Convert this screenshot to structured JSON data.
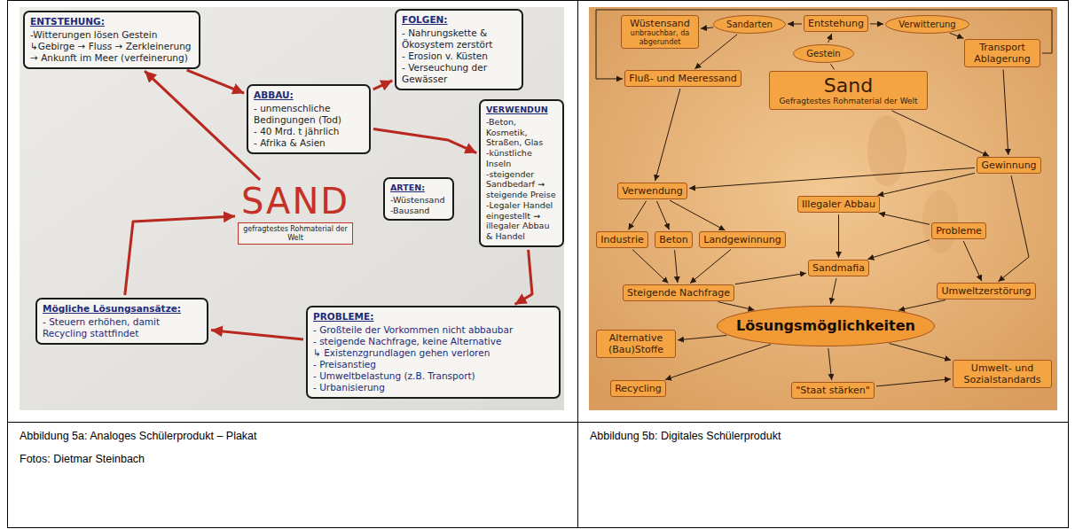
{
  "diagram": {
    "nodes": [
      {
        "text": [
          "ENTSTEHUNG:",
          "-Witterungen lösen Gestein",
          "↳Gebirge → Fluss → Zerkleinerung → Ankunft im Meer (verfeinerung)"
        ]
      },
      {
        "text": [
          "ABBAU:",
          "- unmenschliche Bedingungen (Tod)",
          "- 40 Mrd. t jährlich",
          "- Afrika & Asien"
        ]
      },
      {
        "text": [
          "FOLGEN:",
          "- Nahrungskette & Ökosystem zerstört",
          "- Erosion v. Küsten",
          "- Verseuchung der Gewässer"
        ]
      },
      {
        "text": [
          "VERWENDUN",
          "-Beton, Kosmetik, Straßen, Glas",
          "-künstliche Inseln",
          "-steigender Sandbedarf → steigende Preise",
          "-Legaler Handel eingestellt → illegaler Abbau & Handel"
        ]
      },
      {
        "text": [
          "ARTEN:",
          "-Wüstensand",
          "-Bausand"
        ]
      },
      {
        "text": [
          "SAND",
          "gefragtestes Rohmaterial der Welt"
        ]
      },
      {
        "text": [
          "Mögliche Lösungsansätze:",
          "- Steuern erhöhen, damit Recycling stattfindet"
        ]
      },
      {
        "text": [
          "PROBLEME:",
          "- Großteile der Vorkommen nicht abbaubar",
          "- steigende Nachfrage, keine Alternative",
          "↳ Existenzgrundlagen gehen verloren",
          "- Preisanstieg",
          "- Umweltbelastung (z.B. Transport)",
          "- Urbanisierung"
        ]
      },
      {
        "text": [
          "Wüstensand",
          "unbrauchbar, da abgerundet"
        ]
      },
      {
        "text": [
          "Sandarten"
        ]
      },
      {
        "text": [
          "Entstehung"
        ]
      },
      {
        "text": [
          "Verwitterung"
        ]
      },
      {
        "text": [
          "Gestein"
        ]
      },
      {
        "text": [
          "Transport Ablagerung"
        ]
      },
      {
        "text": [
          "Fluß- und Meeressand"
        ]
      },
      {
        "text": [
          "Sand",
          "Gefragtestes Rohmaterial der Welt"
        ]
      },
      {
        "text": [
          "Gewinnung"
        ]
      },
      {
        "text": [
          "Verwendung"
        ]
      },
      {
        "text": [
          "Illegaler Abbau"
        ]
      },
      {
        "text": [
          "Probleme"
        ]
      },
      {
        "text": [
          "Industrie"
        ]
      },
      {
        "text": [
          "Beton"
        ]
      },
      {
        "text": [
          "Landgewinnung"
        ]
      },
      {
        "text": [
          "Sandmafia"
        ]
      },
      {
        "text": [
          "Steigende Nachfrage"
        ]
      },
      {
        "text": [
          "Umweltzerstörung"
        ]
      },
      {
        "text": [
          "Lösungsmöglichkeiten"
        ]
      },
      {
        "text": [
          "Alternative (Bau)Stoffe"
        ]
      },
      {
        "text": [
          "Umwelt- und Sozialstandards"
        ]
      },
      {
        "text": [
          "Recycling"
        ]
      },
      {
        "text": [
          "\"Staat stärken\""
        ]
      }
    ],
    "edges": [
      {
        "from": 0,
        "to": 1,
        "arrow": "to"
      },
      {
        "from": 1,
        "to": 2,
        "arrow": "to"
      },
      {
        "from": 1,
        "to": 3,
        "arrow": "to"
      },
      {
        "from": 5,
        "to": 0,
        "arrow": "to"
      },
      {
        "from": 3,
        "to": 7,
        "arrow": "to"
      },
      {
        "from": 7,
        "to": 6,
        "arrow": "to"
      },
      {
        "from": 6,
        "to": 5,
        "arrow": "to"
      },
      {
        "from": 10,
        "to": 9,
        "arrow": "to"
      },
      {
        "from": 9,
        "to": 8,
        "arrow": "to"
      },
      {
        "from": 9,
        "to": 14,
        "arrow": "to"
      },
      {
        "from": 10,
        "to": 11,
        "arrow": "to"
      },
      {
        "from": 11,
        "to": 13,
        "arrow": "to"
      },
      {
        "from": 15,
        "to": 12,
        "arrow": "none"
      },
      {
        "from": 12,
        "to": 10,
        "arrow": "to"
      },
      {
        "from": 13,
        "to": 14,
        "arrow": "to"
      },
      {
        "from": 13,
        "to": 16,
        "arrow": "to"
      },
      {
        "from": 15,
        "to": 16,
        "arrow": "to"
      },
      {
        "from": 14,
        "to": 17,
        "arrow": "to"
      },
      {
        "from": 16,
        "to": 17,
        "arrow": "to"
      },
      {
        "from": 16,
        "to": 18,
        "arrow": "to"
      },
      {
        "from": 16,
        "to": 25,
        "arrow": "to"
      },
      {
        "from": 17,
        "to": 20,
        "arrow": "to"
      },
      {
        "from": 17,
        "to": 21,
        "arrow": "to"
      },
      {
        "from": 17,
        "to": 22,
        "arrow": "to"
      },
      {
        "from": 20,
        "to": 24,
        "arrow": "to"
      },
      {
        "from": 21,
        "to": 24,
        "arrow": "to"
      },
      {
        "from": 22,
        "to": 24,
        "arrow": "to"
      },
      {
        "from": 18,
        "to": 23,
        "arrow": "to"
      },
      {
        "from": 19,
        "to": 18,
        "arrow": "to"
      },
      {
        "from": 19,
        "to": 23,
        "arrow": "to"
      },
      {
        "from": 19,
        "to": 25,
        "arrow": "to"
      },
      {
        "from": 24,
        "to": 23,
        "arrow": "to"
      },
      {
        "from": 24,
        "to": 26,
        "arrow": "to"
      },
      {
        "from": 23,
        "to": 26,
        "arrow": "to"
      },
      {
        "from": 25,
        "to": 26,
        "arrow": "to"
      },
      {
        "from": 26,
        "to": 27,
        "arrow": "to"
      },
      {
        "from": 26,
        "to": 29,
        "arrow": "to"
      },
      {
        "from": 26,
        "to": 30,
        "arrow": "to"
      },
      {
        "from": 26,
        "to": 28,
        "arrow": "to"
      },
      {
        "from": 30,
        "to": 28,
        "arrow": "to"
      }
    ],
    "labels": [
      "Abbildung 5a: Analoges Schülerprodukt – Plakat",
      "Fotos: Dietmar Steinbach",
      "Abbildung 5b: Digitales Schülerprodukt"
    ]
  }
}
